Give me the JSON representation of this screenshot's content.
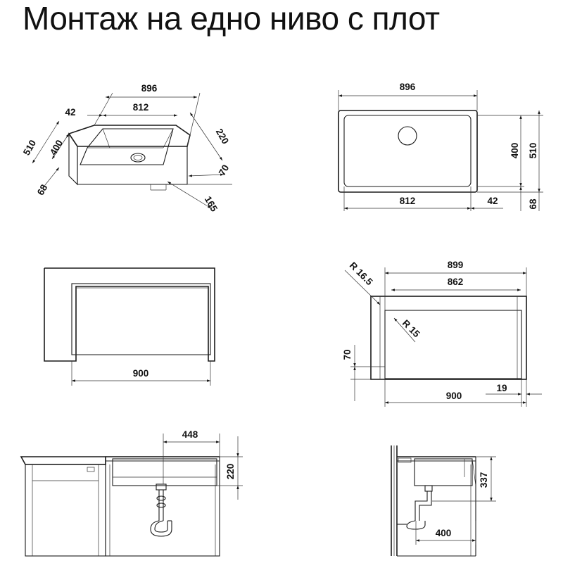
{
  "title": "Монтаж на едно ниво с плот",
  "views": {
    "iso": {
      "dims": [
        "896",
        "812",
        "42",
        "510",
        "400",
        "220",
        "68",
        "70",
        "165"
      ]
    },
    "plan": {
      "dims": [
        "896",
        "400",
        "510",
        "812",
        "42",
        "68"
      ]
    },
    "front_cutout": {
      "dims": [
        "900"
      ]
    },
    "front_detail": {
      "dims": [
        "R 16.5",
        "899",
        "862",
        "R 15",
        "70",
        "900",
        "19"
      ]
    },
    "cabinet_front": {
      "dims": [
        "448",
        "220"
      ]
    },
    "cabinet_side": {
      "dims": [
        "337",
        "400"
      ]
    }
  }
}
